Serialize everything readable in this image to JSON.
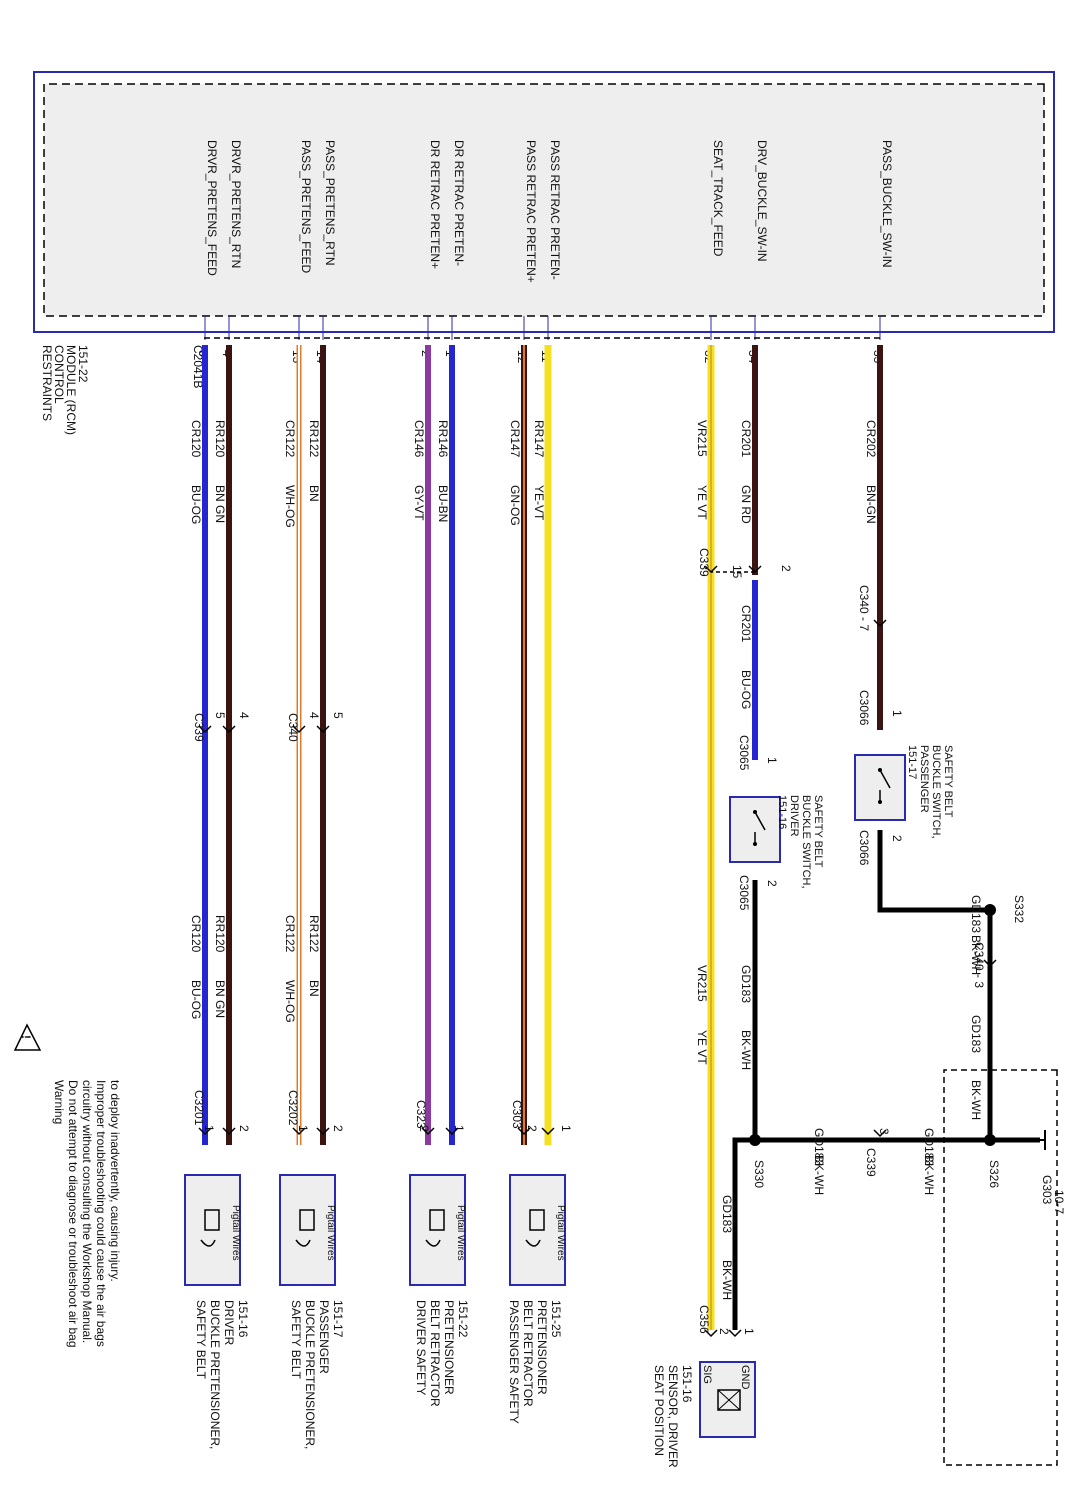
{
  "rcm": {
    "title_lines": [
      "RESTRAINTS",
      "CONTROL",
      "MODULE (RCM)",
      "151-22"
    ],
    "connector": "C2041B",
    "pins": [
      {
        "name": "DRVR_PRETENS_FEED",
        "pin": "3"
      },
      {
        "name": "DRVR_PRETENS_RTN",
        "pin": "4"
      },
      {
        "name": "PASS_PRETENS_FEED",
        "pin": "13"
      },
      {
        "name": "PASS_PRETENS_RTN",
        "pin": "14"
      },
      {
        "name": "DR RETRAC PRETEN+",
        "pin": "2"
      },
      {
        "name": "DR RETRAC PRETEN-",
        "pin": "1"
      },
      {
        "name": "PASS RETRAC PRETEN+",
        "pin": "12"
      },
      {
        "name": "PASS RETRAC PRETEN-",
        "pin": "11"
      },
      {
        "name": "SEAT_TRACK_FEED",
        "pin": "32"
      },
      {
        "name": "DRV_BUCKLE_SW-IN",
        "pin": "34"
      },
      {
        "name": "PASS_BUCKLE_SW-IN",
        "pin": "33"
      }
    ]
  },
  "warning": {
    "heading": "Warning",
    "lines": [
      "Do not attempt to diagnose or troubleshoot air bag",
      "circuitry without consulting the Workshop Manual.",
      "Improper troubleshooting could cause the air bags",
      "to deploy inadvertently, causing injury."
    ]
  },
  "wires": [
    {
      "circuit": "CR120",
      "color": "BU-OG"
    },
    {
      "circuit": "RR120",
      "color": "BN GN"
    },
    {
      "circuit": "CR122",
      "color": "WH-OG"
    },
    {
      "circuit": "RR122",
      "color": "BN"
    },
    {
      "circuit": "CR146",
      "color": "GY-VT"
    },
    {
      "circuit": "RR146",
      "color": "BU-BN"
    },
    {
      "circuit": "CR147",
      "color": "GN-OG"
    },
    {
      "circuit": "RR147",
      "color": "YE-VT"
    },
    {
      "circuit": "VR215",
      "color": "YE VT"
    },
    {
      "circuit": "CR201",
      "color": "GN RD"
    },
    {
      "circuit": "CR201",
      "color": "BU-OG"
    },
    {
      "circuit": "CR202",
      "color": "BN-GN"
    },
    {
      "circuit": "GD183",
      "color": "BK-WH"
    }
  ],
  "connectors": {
    "c339": "C339",
    "c340": "C340",
    "c340_7": "C340 - 7",
    "c340_3": "C340 - 3",
    "c3201": "C3201",
    "c3202": "C3202",
    "c323": "C323",
    "c303": "C303",
    "c3065": "C3065",
    "c3066": "C3066",
    "c356": "C356"
  },
  "pin_numbers": {
    "one": "1",
    "two": "2",
    "three": "3",
    "four": "4",
    "five": "5",
    "fifteen": "15"
  },
  "splices": {
    "s332": "S332",
    "s326": "S326",
    "s330": "S330",
    "g303": "G303",
    "g303_ref": "10-7"
  },
  "components": {
    "drv_pretensioner": [
      "SAFETY BELT",
      "BUCKLE PRETENSIONER,",
      "DRIVER",
      "151-16"
    ],
    "pass_pretensioner": [
      "SAFETY BELT",
      "BUCKLE PRETENSIONER,",
      "PASSENGER",
      "151-17"
    ],
    "drv_retractor": [
      "DRIVER SAFETY",
      "BELT RETRACTOR",
      "PRETENSIONER",
      "151-22"
    ],
    "pass_retractor": [
      "PASSENGER SAFETY",
      "BELT RETRACTOR",
      "PRETENSIONER",
      "151-25"
    ],
    "seat_sensor": [
      "SEAT POSITION",
      "SENSOR, DRIVER",
      "151-16"
    ],
    "drv_buckle_switch": [
      "SAFETY BELT",
      "BUCKLE SWITCH,",
      "DRIVER",
      "151-16"
    ],
    "pass_buckle_switch": [
      "SAFETY BELT",
      "BUCKLE SWITCH,",
      "PASSENGER",
      "151-17"
    ],
    "pigtail": "Pigtail Wires",
    "sig": "SIG",
    "gnd": "GND"
  },
  "colors": {
    "frame_blue": "#2a2ab0",
    "module_fill": "#eeeeee",
    "blue": "#2626d0",
    "dark_brown": "#3a1410",
    "orange": "#e07b2a",
    "purple": "#8a3aa0",
    "yellow": "#f4e020",
    "black": "#000000"
  }
}
